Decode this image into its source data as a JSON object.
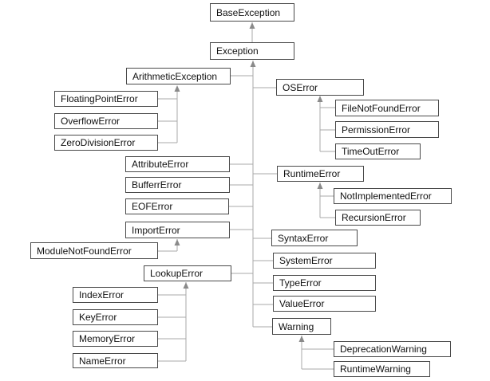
{
  "colors": {
    "background": "#ffffff",
    "box_fill": "#ffffff",
    "box_border": "#4a4a4a",
    "text": "#111111",
    "connector_line": "#a8a8a8",
    "arrowhead": "#8a8a8a"
  },
  "diagram": {
    "type": "class-hierarchy",
    "nodes": [
      {
        "id": "base-exception",
        "label": "BaseException",
        "parent": null
      },
      {
        "id": "exception",
        "label": "Exception",
        "parent": "BaseException"
      },
      {
        "id": "arithmetic-exception",
        "label": "ArithmeticException",
        "parent": "Exception"
      },
      {
        "id": "floating-point-error",
        "label": "FloatingPointError",
        "parent": "ArithmeticException"
      },
      {
        "id": "overflow-error",
        "label": "OverflowError",
        "parent": "ArithmeticException"
      },
      {
        "id": "zero-division-error",
        "label": "ZeroDivisionError",
        "parent": "ArithmeticException"
      },
      {
        "id": "os-error",
        "label": "OSError",
        "parent": "Exception"
      },
      {
        "id": "file-not-found-error",
        "label": "FileNotFoundError",
        "parent": "OSError"
      },
      {
        "id": "permission-error",
        "label": "PermissionError",
        "parent": "OSError"
      },
      {
        "id": "time-out-error",
        "label": "TimeOutError",
        "parent": "OSError"
      },
      {
        "id": "attribute-error",
        "label": "AttributeError",
        "parent": "Exception"
      },
      {
        "id": "bufferr-error",
        "label": "BufferrError",
        "parent": "Exception"
      },
      {
        "id": "eof-error",
        "label": "EOFError",
        "parent": "Exception"
      },
      {
        "id": "import-error",
        "label": "ImportError",
        "parent": "Exception"
      },
      {
        "id": "module-not-found-error",
        "label": "ModuleNotFoundError",
        "parent": "ImportError"
      },
      {
        "id": "runtime-error",
        "label": "RuntimeError",
        "parent": "Exception"
      },
      {
        "id": "not-implemented-error",
        "label": "NotImplementedError",
        "parent": "RuntimeError"
      },
      {
        "id": "recursion-error",
        "label": "RecursionError",
        "parent": "RuntimeError"
      },
      {
        "id": "syntax-error",
        "label": "SyntaxError",
        "parent": "Exception"
      },
      {
        "id": "system-error",
        "label": "SystemError",
        "parent": "Exception"
      },
      {
        "id": "lookup-error",
        "label": "LookupError",
        "parent": "Exception"
      },
      {
        "id": "index-error",
        "label": "IndexError",
        "parent": "LookupError"
      },
      {
        "id": "key-error",
        "label": "KeyError",
        "parent": "LookupError"
      },
      {
        "id": "memory-error",
        "label": "MemoryError",
        "parent": "LookupError"
      },
      {
        "id": "name-error",
        "label": "NameError",
        "parent": "LookupError"
      },
      {
        "id": "type-error",
        "label": "TypeError",
        "parent": "Exception"
      },
      {
        "id": "value-error",
        "label": "ValueError",
        "parent": "Exception"
      },
      {
        "id": "warning",
        "label": "Warning",
        "parent": "Exception"
      },
      {
        "id": "deprecation-warning",
        "label": "DeprecationWarning",
        "parent": "Warning"
      },
      {
        "id": "runtime-warning",
        "label": "RuntimeWarning",
        "parent": "Warning"
      }
    ]
  }
}
